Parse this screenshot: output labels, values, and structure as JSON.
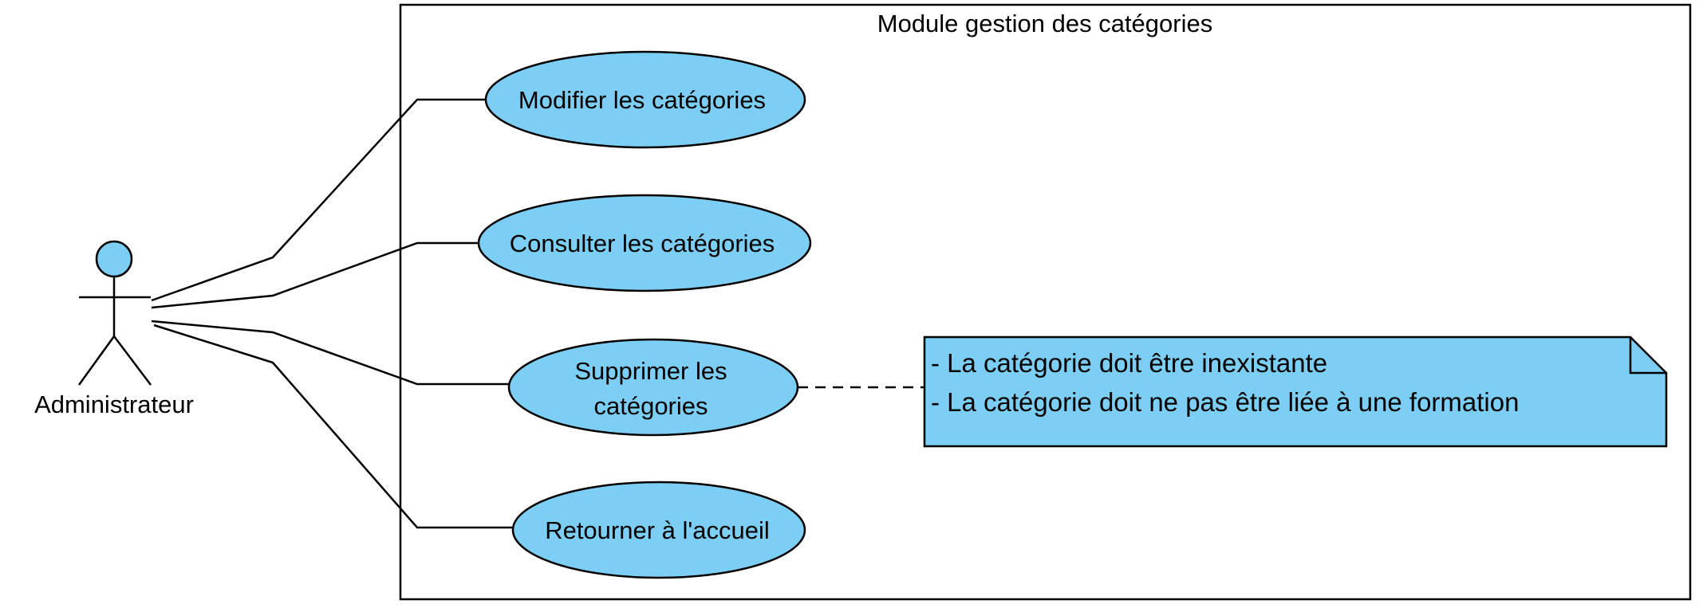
{
  "system": {
    "title": "Module gestion des catégories"
  },
  "actor": {
    "name": "Administrateur"
  },
  "use_cases": [
    {
      "lines": [
        "Modifier les catégories"
      ]
    },
    {
      "lines": [
        "Consulter les catégories"
      ]
    },
    {
      "lines": [
        "Supprimer les",
        "catégories"
      ]
    },
    {
      "lines": [
        "Retourner à l'accueil"
      ]
    }
  ],
  "note": {
    "lines": [
      "- La catégorie doit être inexistante",
      "- La catégorie doit ne pas être liée à une formation"
    ]
  },
  "colors": {
    "fill": "#7ccef4",
    "stroke": "#000000",
    "background": "#ffffff"
  }
}
